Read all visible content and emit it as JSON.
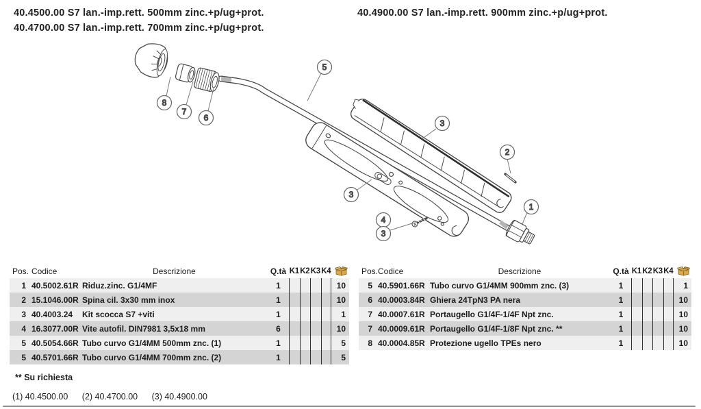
{
  "titles": {
    "left_line1": "40.4500.00 S7 lan.-imp.rett. 500mm zinc.+p/ug+prot.",
    "left_line2": "40.4700.00 S7 lan.-imp.rett. 700mm zinc.+p/ug+prot.",
    "right": "40.4900.00 S7 lan.-imp.rett. 900mm zinc.+p/ug+prot."
  },
  "diagram": {
    "balloons": [
      {
        "number": "8"
      },
      {
        "number": "7"
      },
      {
        "number": "6"
      },
      {
        "number": "5"
      },
      {
        "number": "3"
      },
      {
        "number": "2"
      },
      {
        "number": "3"
      },
      {
        "number": "4"
      },
      {
        "number": "3"
      },
      {
        "number": "1"
      }
    ]
  },
  "table": {
    "headers": {
      "pos": "Pos.",
      "codice": "Codice",
      "descrizione": "Descrizione",
      "qta": "Q.tà",
      "k1": "K1",
      "k2": "K2",
      "k3": "K3",
      "k4": "K4"
    },
    "left_rows": [
      {
        "pos": "1",
        "codice": "40.5002.61R",
        "descrizione": "Riduz.zinc. G1/4MF",
        "qta": "1",
        "pack": "10"
      },
      {
        "pos": "2",
        "codice": "15.1046.00R",
        "descrizione": "Spina cil. 3x30 mm inox",
        "qta": "1",
        "pack": "10"
      },
      {
        "pos": "3",
        "codice": "40.4003.24",
        "descrizione": "Kit scocca S7 +viti",
        "qta": "1",
        "pack": "1"
      },
      {
        "pos": "4",
        "codice": "16.3077.00R",
        "descrizione": "Vite autofil. DIN7981 3,5x18 mm",
        "qta": "6",
        "pack": "10"
      },
      {
        "pos": "5",
        "codice": "40.5054.66R",
        "descrizione": "Tubo curvo G1/4MM 500mm znc. (1)",
        "qta": "1",
        "pack": "5"
      },
      {
        "pos": "5",
        "codice": "40.5701.66R",
        "descrizione": "Tubo curvo G1/4MM 700mm znc. (2)",
        "qta": "1",
        "pack": "5"
      }
    ],
    "right_rows": [
      {
        "pos": "5",
        "codice": "40.5901.66R",
        "descrizione": "Tubo curvo G1/4MM 900mm znc. (3)",
        "qta": "1",
        "pack": "1"
      },
      {
        "pos": "6",
        "codice": "40.0003.84R",
        "descrizione": "Ghiera 24TpN3 PA nera",
        "qta": "1",
        "pack": "10"
      },
      {
        "pos": "7",
        "codice": "40.0007.61R",
        "descrizione": "Portaugello G1/4F-1/4F Npt znc.",
        "qta": "1",
        "pack": "10"
      },
      {
        "pos": "7",
        "codice": "40.0009.61R",
        "descrizione": "Portaugello G1/4F-1/8F Npt znc. **",
        "qta": "1",
        "pack": "10"
      },
      {
        "pos": "8",
        "codice": "40.0004.85R",
        "descrizione": "Protezione ugello TPEs nero",
        "qta": "1",
        "pack": "10"
      }
    ]
  },
  "footnotes": {
    "on_request": "** Su richiesta",
    "variant1": "(1) 40.4500.00",
    "variant2": "(2) 40.4700.00",
    "variant3": "(3) 40.4900.00"
  },
  "colors": {
    "row_light": "#efefef",
    "row_dark": "#d4d4d4",
    "line_art": "#4a4a4a",
    "box_icon": "#d9a84e",
    "accent_edge": "#2d2d2d"
  }
}
